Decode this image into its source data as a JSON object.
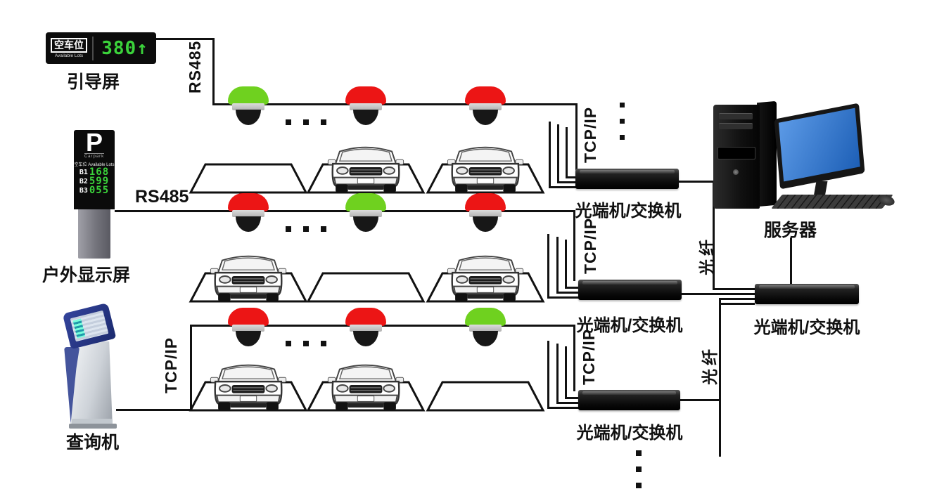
{
  "guide_screen": {
    "zone": "空车位",
    "zone_sub": "Available Lots",
    "count": "380",
    "arrow": "↑",
    "label": "引导屏"
  },
  "outdoor_display": {
    "letter": "P",
    "letter_sub": "Carpark",
    "header": "空车位 Available Lots",
    "rows": [
      {
        "zone": "B1",
        "count": "168"
      },
      {
        "zone": "B2",
        "count": "599"
      },
      {
        "zone": "B3",
        "count": "055"
      }
    ],
    "label": "户外显示屏"
  },
  "kiosk": {
    "label": "查询机"
  },
  "server": {
    "label": "服务器"
  },
  "switches": {
    "label": "光端机/交换机",
    "count": 4
  },
  "links": {
    "rs485": "RS485",
    "tcpip": "TCP/IP",
    "fiber": "光纤"
  },
  "parking": {
    "columns": 3,
    "rows": [
      {
        "sensors": [
          "vacant",
          "occupied",
          "occupied"
        ],
        "cars": [
          false,
          true,
          true
        ]
      },
      {
        "sensors": [
          "occupied",
          "vacant",
          "occupied"
        ],
        "cars": [
          true,
          false,
          true
        ]
      },
      {
        "sensors": [
          "occupied",
          "occupied",
          "vacant"
        ],
        "cars": [
          true,
          true,
          false
        ]
      }
    ]
  },
  "colors": {
    "vacant_green": "#6fd11f",
    "occupied_red": "#ec1515",
    "led_green": "#3bd33b",
    "monitor_blue": "#2a72cf",
    "line_black": "#111111"
  }
}
